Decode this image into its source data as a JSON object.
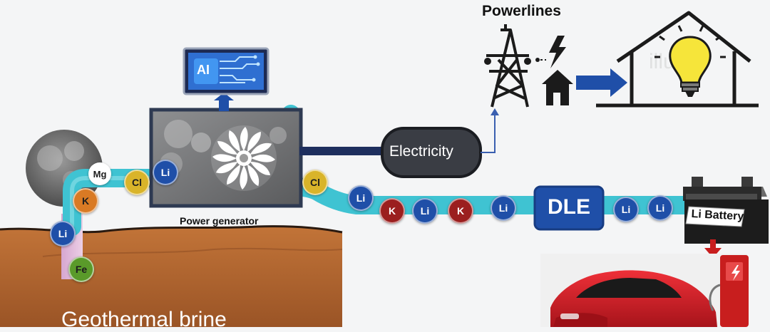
{
  "labels": {
    "powerlines": "Powerlines",
    "electricity": "Electricity",
    "power_generator": "Power generator",
    "dle": "DLE",
    "li_battery": "Li Battery",
    "geothermal_brine": "Geothermal brine",
    "ai": "AI"
  },
  "ions": [
    {
      "name": "ion-li-well-1",
      "label": "Li",
      "color": "#1f4fa8",
      "text": "#ffffff"
    },
    {
      "name": "ion-fe",
      "label": "Fe",
      "color": "#5a9a2a",
      "text": "#1d1d1d"
    },
    {
      "name": "ion-k-well",
      "label": "K",
      "color": "#d97a24",
      "text": "#1d1d1d"
    },
    {
      "name": "ion-mg",
      "label": "Mg",
      "color": "#ffffff",
      "text": "#1d1d1d"
    },
    {
      "name": "ion-cl-1",
      "label": "Cl",
      "color": "#d9b42a",
      "text": "#1d1d1d"
    },
    {
      "name": "ion-li-generator",
      "label": "Li",
      "color": "#1f4fa8",
      "text": "#ffffff"
    },
    {
      "name": "ion-cl-2",
      "label": "Cl",
      "color": "#d9b42a",
      "text": "#1d1d1d"
    },
    {
      "name": "ion-li-pipe-1",
      "label": "Li",
      "color": "#1f4fa8",
      "text": "#ffffff"
    },
    {
      "name": "ion-k-pipe-1",
      "label": "K",
      "color": "#9b1f1f",
      "text": "#ffffff"
    },
    {
      "name": "ion-li-pipe-2",
      "label": "Li",
      "color": "#1f4fa8",
      "text": "#ffffff"
    },
    {
      "name": "ion-k-pipe-2",
      "label": "K",
      "color": "#9b1f1f",
      "text": "#ffffff"
    },
    {
      "name": "ion-li-pipe-3",
      "label": "Li",
      "color": "#1f4fa8",
      "text": "#ffffff"
    },
    {
      "name": "ion-li-pipe-4",
      "label": "Li",
      "color": "#1f4fa8",
      "text": "#ffffff"
    },
    {
      "name": "ion-li-pipe-5",
      "label": "Li",
      "color": "#1f4fa8",
      "text": "#ffffff"
    }
  ],
  "colors": {
    "pipe": "#3fc3d2",
    "arrow_blue": "#1f4fa8",
    "dle_box": "#1f4fa8",
    "electricity_box": "#3a3d44",
    "ground": "#b8672e",
    "car_red": "#d8202a",
    "charger_red": "#c81e1e"
  },
  "icons": [
    "powerline-tower-icon",
    "lightning-icon",
    "house-small-icon",
    "house-outline-icon",
    "lightbulb-icon",
    "ai-monitor-icon",
    "turbine-fan-icon",
    "car-battery-icon",
    "electric-car-icon",
    "charging-station-icon"
  ]
}
